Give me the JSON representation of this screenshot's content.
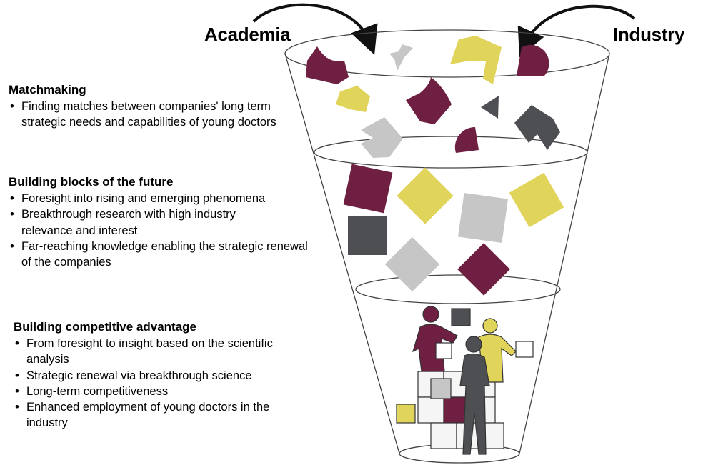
{
  "headings": {
    "academia": "Academia",
    "industry": "Industry"
  },
  "sections": [
    {
      "title": "Matchmaking",
      "bullets": [
        "Finding matches between companies' long term strategic needs and capabilities of young doctors"
      ]
    },
    {
      "title": "Building blocks of the future",
      "bullets": [
        "Foresight into rising and emerging phenomena",
        "Breakthrough research with  high industry relevance and interest",
        "Far-reaching knowledge enabling the strategic renewal of the companies"
      ]
    },
    {
      "title": "Building competitive advantage",
      "bullets": [
        "From foresight to insight based on the scientific analysis",
        "Strategic renewal via breakthrough science",
        "Long-term competitiveness",
        "Enhanced employment of young doctors in the industry"
      ]
    }
  ],
  "colors": {
    "maroon": "#6e1f42",
    "yellow": "#e0d45a",
    "dark_gray": "#4e4f53",
    "light_gray": "#c6c6c6",
    "outline": "#333333"
  }
}
